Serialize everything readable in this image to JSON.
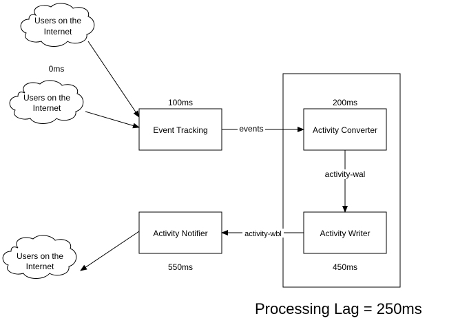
{
  "clouds": {
    "top": {
      "line1": "Users on the",
      "line2": "Internet"
    },
    "middle": {
      "line1": "Users on the",
      "line2": "Internet"
    },
    "bottom": {
      "line1": "Users on the",
      "line2": "Internet"
    }
  },
  "nodes": {
    "event_tracking": {
      "label": "Event Tracking",
      "latency": "100ms"
    },
    "activity_converter": {
      "label": "Activity Converter",
      "latency": "200ms"
    },
    "activity_writer": {
      "label": "Activity Writer",
      "latency": "450ms"
    },
    "activity_notifier": {
      "label": "Activity Notifier",
      "latency": "550ms"
    }
  },
  "users_latency": "0ms",
  "edges": {
    "events": "events",
    "activity_wal": "activity-wal",
    "activity_wbl": "activity-wbl"
  },
  "footer": {
    "processing_lag": "Processing Lag = 250ms"
  }
}
